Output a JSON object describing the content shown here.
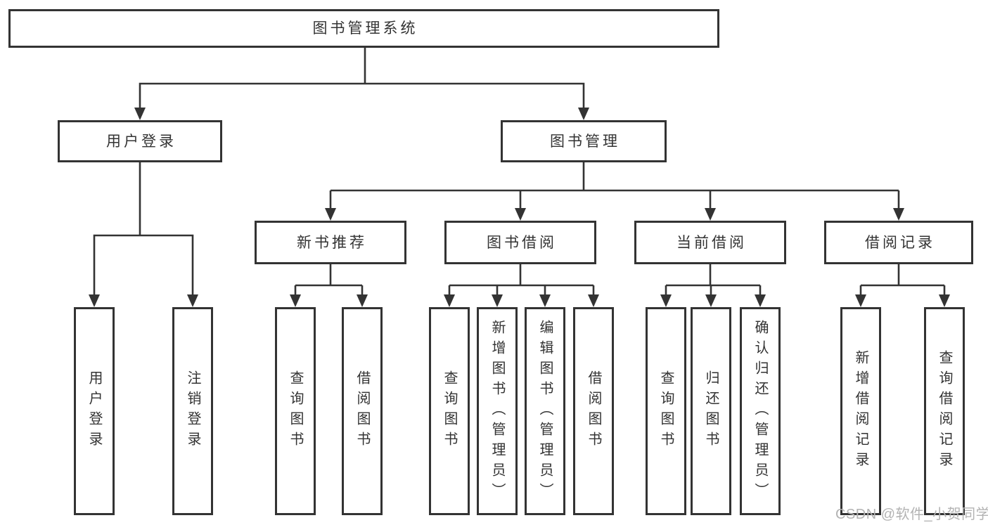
{
  "colors": {
    "line": "#333333",
    "text": "#333333",
    "watermark": "#b3b3b3",
    "background": "#ffffff"
  },
  "diagram": {
    "root": "图书管理系统",
    "user_login": {
      "label": "用户登录",
      "children": [
        "用户登录",
        "注销登录"
      ]
    },
    "book_mgmt": {
      "label": "图书管理",
      "sections": [
        {
          "label": "新书推荐",
          "children": [
            "查询图书",
            "借阅图书"
          ]
        },
        {
          "label": "图书借阅",
          "children": [
            "查询图书",
            "新增图书（管理员）",
            "编辑图书（管理员）",
            "借阅图书"
          ]
        },
        {
          "label": "当前借阅",
          "children": [
            "查询图书",
            "归还图书",
            "确认归还（管理员）"
          ]
        },
        {
          "label": "借阅记录",
          "children": [
            "新增借阅记录",
            "查询借阅记录"
          ]
        }
      ]
    },
    "watermark": "CSDN @软件_小贺同学"
  }
}
